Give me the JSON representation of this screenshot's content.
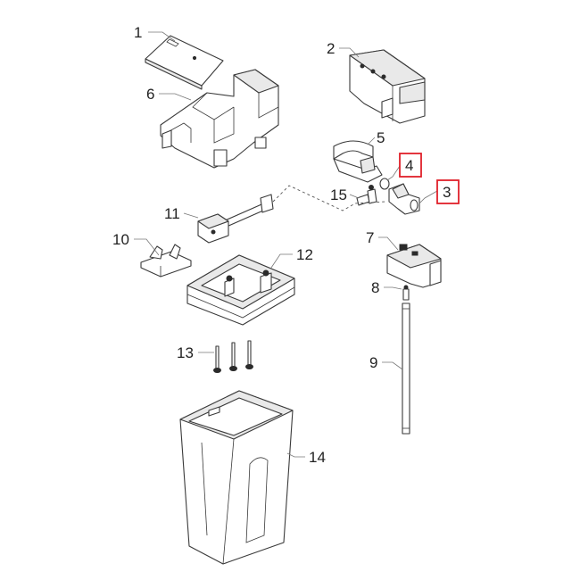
{
  "callouts": [
    {
      "id": "1",
      "label": "1",
      "highlighted": false
    },
    {
      "id": "2",
      "label": "2",
      "highlighted": false
    },
    {
      "id": "3",
      "label": "3",
      "highlighted": true
    },
    {
      "id": "4",
      "label": "4",
      "highlighted": true
    },
    {
      "id": "5",
      "label": "5",
      "highlighted": false
    },
    {
      "id": "6",
      "label": "6",
      "highlighted": false
    },
    {
      "id": "7",
      "label": "7",
      "highlighted": false
    },
    {
      "id": "8",
      "label": "8",
      "highlighted": false
    },
    {
      "id": "9",
      "label": "9",
      "highlighted": false
    },
    {
      "id": "10",
      "label": "10",
      "highlighted": false
    },
    {
      "id": "11",
      "label": "11",
      "highlighted": false
    },
    {
      "id": "12",
      "label": "12",
      "highlighted": false
    },
    {
      "id": "13",
      "label": "13",
      "highlighted": false
    },
    {
      "id": "14",
      "label": "14",
      "highlighted": false
    },
    {
      "id": "15",
      "label": "15",
      "highlighted": false
    }
  ],
  "colors": {
    "highlight": "#e0202a",
    "line": "#3a3a3a",
    "background": "#ffffff"
  }
}
